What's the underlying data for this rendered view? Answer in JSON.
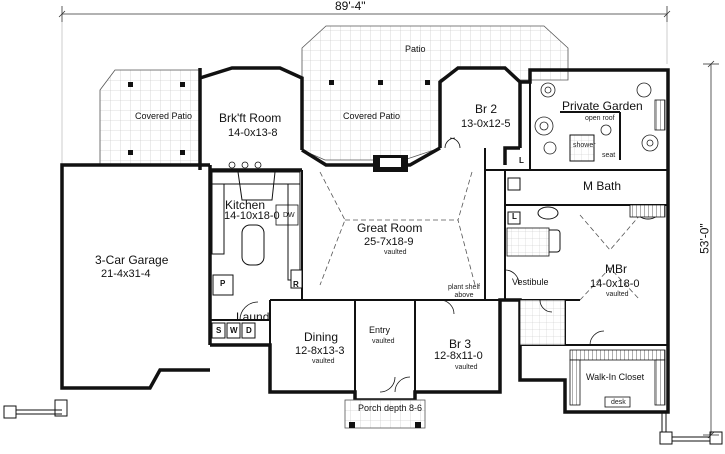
{
  "dimensions": {
    "width_label": "89'-4\"",
    "depth_label": "53'-0\""
  },
  "rooms": [
    {
      "id": "patio",
      "name": "Patio"
    },
    {
      "id": "covered-patio-left",
      "name": "Covered Patio"
    },
    {
      "id": "covered-patio-center",
      "name": "Covered Patio"
    },
    {
      "id": "breakfast-room",
      "name": "Brk'ft Room",
      "size": "14-0x13-8"
    },
    {
      "id": "br2",
      "name": "Br 2",
      "size": "13-0x12-5"
    },
    {
      "id": "private-garden",
      "name": "Private Garden",
      "note": "open roof"
    },
    {
      "id": "kitchen",
      "name": "Kitchen",
      "size": "14-10x18-0"
    },
    {
      "id": "great-room",
      "name": "Great Room",
      "size": "25-7x18-9",
      "note": "vaulted"
    },
    {
      "id": "m-bath",
      "name": "M Bath"
    },
    {
      "id": "garage",
      "name": "3-Car Garage",
      "size": "21-4x31-4"
    },
    {
      "id": "mbr",
      "name": "MBr",
      "size": "14-0x18-0",
      "note": "vaulted"
    },
    {
      "id": "vestibule",
      "name": "Vestibule"
    },
    {
      "id": "laundry",
      "name": "Laund"
    },
    {
      "id": "dining",
      "name": "Dining",
      "size": "12-8x13-3",
      "note": "vaulted"
    },
    {
      "id": "entry",
      "name": "Entry",
      "note": "vaulted"
    },
    {
      "id": "br3",
      "name": "Br 3",
      "size": "12-8x11-0",
      "note": "vaulted"
    },
    {
      "id": "walk-in-closet",
      "name": "Walk-In Closet"
    }
  ],
  "annotations": {
    "shower": "shower",
    "seat": "seat",
    "plant_shelf": "plant shelf above",
    "porch": "Porch depth 8-6",
    "desk": "desk",
    "dw": "DW",
    "pantry": "P",
    "refrigerator": "R",
    "washer": "W",
    "dryer": "D",
    "sink": "S",
    "linen_1": "L",
    "linen_2": "L"
  }
}
